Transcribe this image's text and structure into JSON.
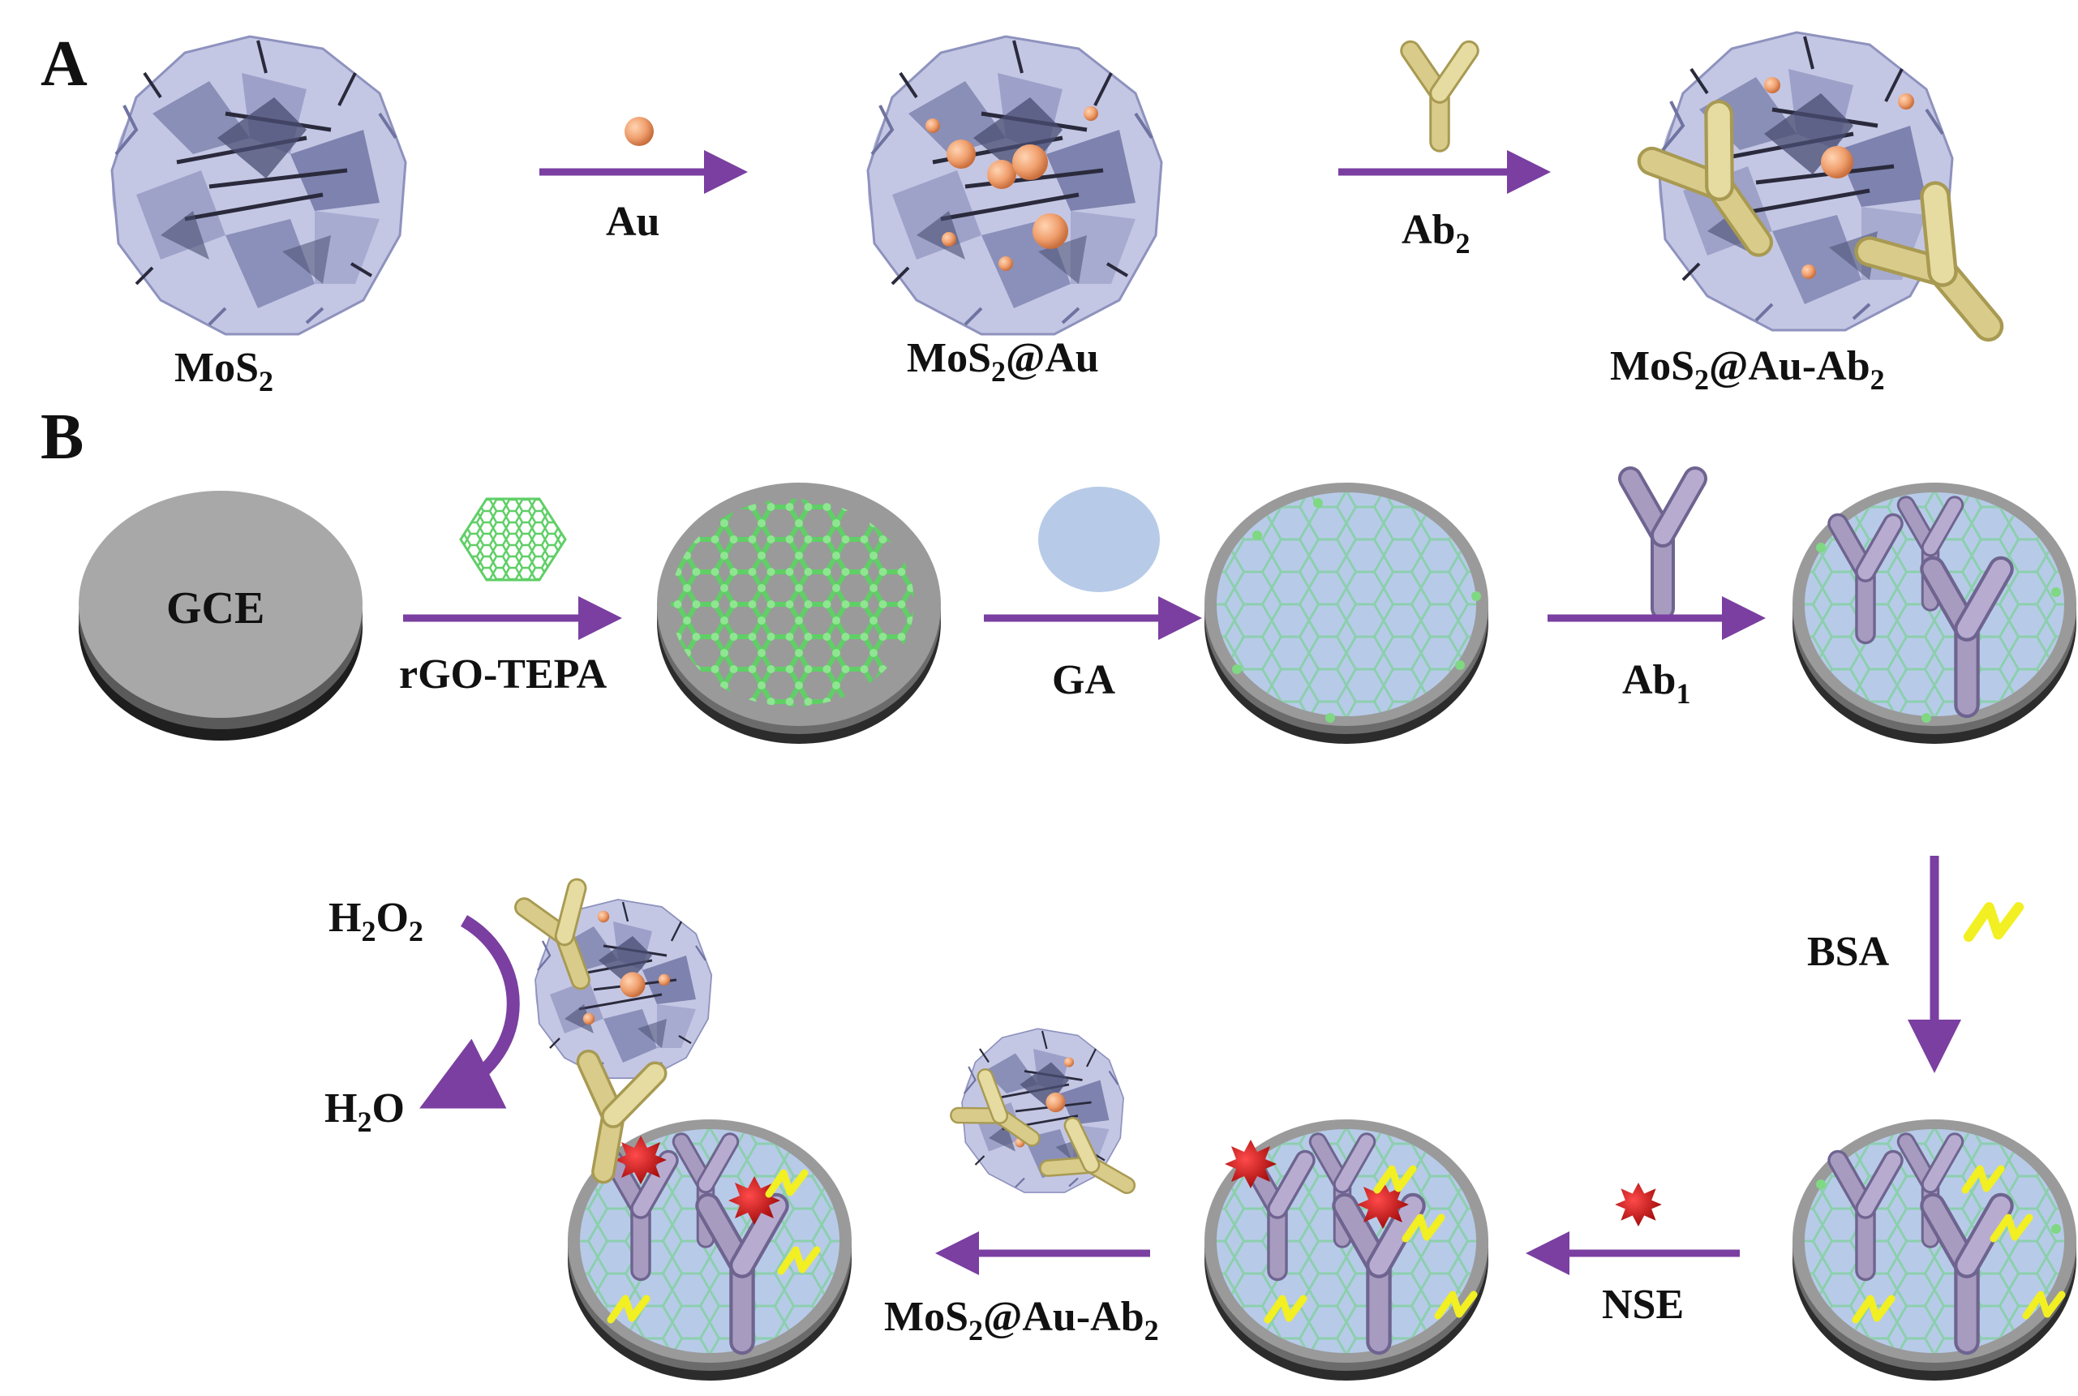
{
  "panels": {
    "a": "A",
    "b": "B"
  },
  "labels": {
    "mos2": "MoS",
    "mos2_sub": "2",
    "mos2au_pre": "MoS",
    "mos2au_sub": "2",
    "mos2au_post": "@Au",
    "mos2auab2_pre": "MoS",
    "mos2auab2_sub1": "2",
    "mos2auab2_mid": "@Au-Ab",
    "mos2auab2_sub2": "2",
    "gce": "GCE"
  },
  "steps": {
    "au": "Au",
    "ab2": "Ab",
    "ab2_sub": "2",
    "rgo": "rGO-TEPA",
    "ga": "GA",
    "ab1": "Ab",
    "ab1_sub": "1",
    "bsa": "BSA",
    "nse": "NSE",
    "conj_pre": "MoS",
    "conj_sub1": "2",
    "conj_mid": "@Au-Ab",
    "conj_sub2": "2"
  },
  "reaction": {
    "h2o2_h": "H",
    "h2o2_sub1": "2",
    "h2o2_o": "O",
    "h2o2_sub2": "2",
    "h2o_h": "H",
    "h2o_sub": "2",
    "h2o_o": "O"
  },
  "colors": {
    "arrow": "#7a3fa0",
    "mos2": "#b9bcdc",
    "au": "#f0a06e",
    "antibody2": "#d9cc8a",
    "antibody1": "#a79bc0",
    "graphene": "#7fd882",
    "ga_film": "#b7cbe8",
    "bsa": "#f2ef22",
    "nse": "#c81414",
    "electrode_rim": "#8f8f8f",
    "electrode_body": "#a8a8a8"
  }
}
